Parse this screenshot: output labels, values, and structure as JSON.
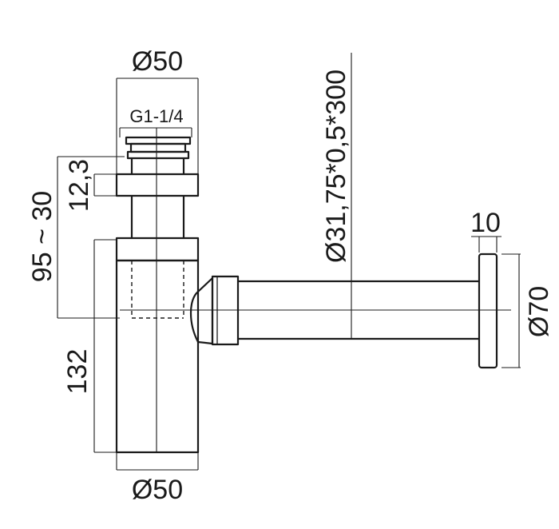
{
  "dimensions": {
    "top_diameter": "Ø50",
    "thread": "G1-1/4",
    "nut_height": "12,3",
    "adjust_range": "95 ~ 30",
    "trap_height": "132",
    "bottom_diameter": "Ø50",
    "pipe_spec": "Ø31,75*0,5*300",
    "flange_thickness": "10",
    "flange_diameter": "Ø70"
  }
}
